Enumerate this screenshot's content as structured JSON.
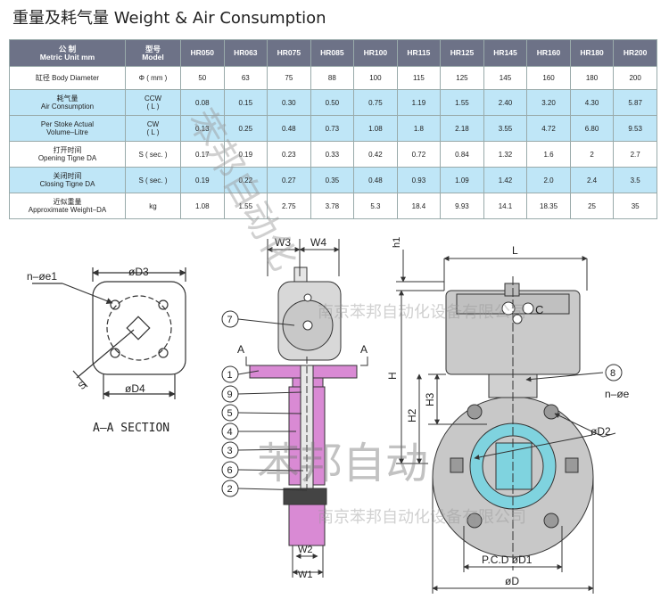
{
  "title": "重量及耗气量 Weight & Air Consumption",
  "table": {
    "header": {
      "col1": [
        "公  制",
        "Metric Unit mm"
      ],
      "col2": [
        "型号",
        "Model"
      ],
      "models": [
        "HR050",
        "HR063",
        "HR075",
        "HR085",
        "HR100",
        "HR115",
        "HR125",
        "HR145",
        "HR160",
        "HR180",
        "HR200"
      ]
    },
    "rows": [
      {
        "label": [
          "缸径  Body Diameter"
        ],
        "unit": [
          "Φ ( mm )"
        ],
        "values": [
          "50",
          "63",
          "75",
          "88",
          "100",
          "115",
          "125",
          "145",
          "160",
          "180",
          "200"
        ]
      },
      {
        "label": [
          "耗气量",
          "Air Consumption"
        ],
        "unit": [
          "CCW",
          "( L )"
        ],
        "values": [
          "0.08",
          "0.15",
          "0.30",
          "0.50",
          "0.75",
          "1.19",
          "1.55",
          "2.40",
          "3.20",
          "4.30",
          "5.87"
        ]
      },
      {
        "label": [
          "Per Stoke Actual",
          "Volume–Litre"
        ],
        "unit": [
          "CW",
          "( L )"
        ],
        "values": [
          "0.13",
          "0.25",
          "0.48",
          "0.73",
          "1.08",
          "1.8",
          "2.18",
          "3.55",
          "4.72",
          "6.80",
          "9.53"
        ]
      },
      {
        "label": [
          "打开时间",
          "Opening Tigne DA"
        ],
        "unit": [
          "S ( sec. )"
        ],
        "values": [
          "0.17",
          "0.19",
          "0.23",
          "0.33",
          "0.42",
          "0.72",
          "0.84",
          "1.32",
          "1.6",
          "2",
          "2.7"
        ]
      },
      {
        "label": [
          "关闭时间",
          "Closing Tigne DA"
        ],
        "unit": [
          "S ( sec. )"
        ],
        "values": [
          "0.19",
          "0.22",
          "0.27",
          "0.35",
          "0.48",
          "0.93",
          "1.09",
          "1.42",
          "2.0",
          "2.4",
          "3.5"
        ]
      },
      {
        "label": [
          "近似重量",
          "Approximate Weight–DA"
        ],
        "unit": [
          "kg"
        ],
        "values": [
          "1.08",
          "1.55",
          "2.75",
          "3.78",
          "5.3",
          "18.4",
          "9.93",
          "14.1",
          "18.35",
          "25",
          "35"
        ]
      }
    ]
  },
  "drawing": {
    "left": {
      "d3": "øD3",
      "d4": "øD4",
      "ne1": "n–øe1",
      "s": "S",
      "section": "A–A SECTION"
    },
    "middle": {
      "w3": "W3",
      "w4": "W4",
      "w2": "W2",
      "w1": "W1",
      "a_left": "A",
      "a_right": "A",
      "callouts": [
        "7",
        "1",
        "9",
        "5",
        "4",
        "3",
        "6",
        "2"
      ]
    },
    "right": {
      "l": "L",
      "h1": "h1",
      "h": "H",
      "h2": "H2",
      "h3": "H3",
      "c": "C",
      "callout8": "8",
      "ne": "n–øe",
      "d2": "øD2",
      "pcd": "P.C.D  øD1",
      "d": "øD"
    }
  },
  "watermarks": [
    "苯邦自动化",
    "南京苯邦自动化设备有限公司",
    "苯邦自动",
    "南京苯邦自动化设备有限公司"
  ],
  "colors": {
    "header_bg": "#6d7287",
    "alt_row": "#bfe6f7",
    "pink": "#d98ad4",
    "actuator": "#c8c8c8",
    "liner": "#7fd3df"
  }
}
